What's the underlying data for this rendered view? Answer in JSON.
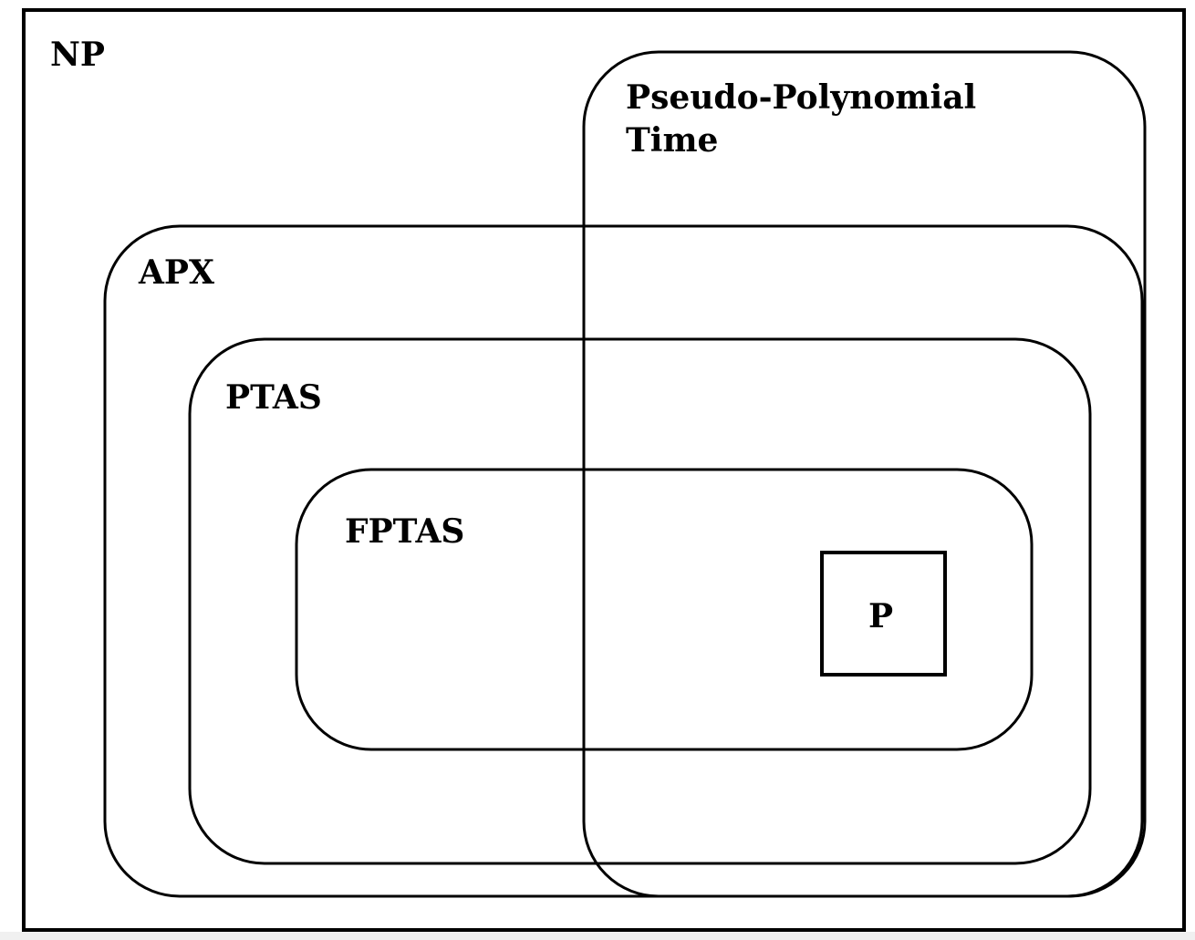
{
  "diagram": {
    "title": "Complexity class inclusion diagram",
    "sets": {
      "np": "NP",
      "pseudo_line1": "Pseudo-Polynomial",
      "pseudo_line2": "Time",
      "apx": "APX",
      "ptas": "PTAS",
      "fptas": "FPTAS",
      "p": "P"
    }
  }
}
